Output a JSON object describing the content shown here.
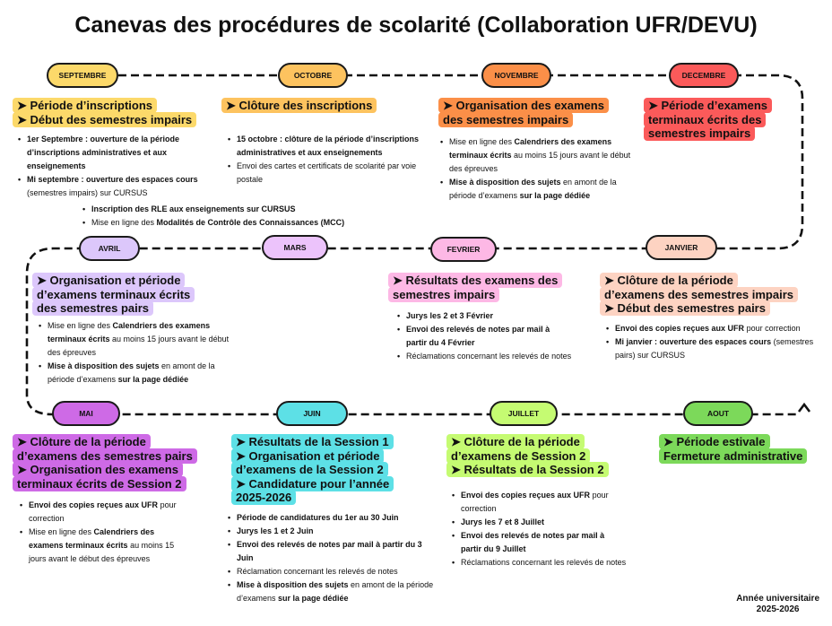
{
  "title": "Canevas des procédures de scolarité (Collaboration UFR/DEVU)",
  "footer": {
    "line1": "Année universitaire",
    "line2": "2025-2026"
  },
  "colors": {
    "septembre": "#fcd96a",
    "octobre": "#fdc35f",
    "novembre": "#fb8f48",
    "decembre": "#fb5a5a",
    "janvier": "#fdd3c2",
    "fevrier": "#fdb8e5",
    "mars": "#ecc3fb",
    "avril": "#dcc7fb",
    "mai": "#ce6ae6",
    "juin": "#5de0e6",
    "juillet": "#c5fb72",
    "aout": "#7cd95a"
  },
  "months": [
    {
      "key": "septembre",
      "label": "SEPTEMBRE",
      "color": "#fcd96a",
      "heading": [
        "➤ Période d’inscriptions",
        "➤ Début des semestres impairs"
      ],
      "bullets": [
        [
          {
            "t": "1er Septembre : ouverture de la période d’inscriptions administratives et aux enseignements",
            "b": true
          }
        ],
        [
          {
            "t": "Mi septembre : ouverture des espaces cours",
            "b": true
          },
          {
            "t": " (semestres impairs) sur CURSUS",
            "b": false
          }
        ]
      ]
    },
    {
      "key": "octobre",
      "label": "OCTOBRE",
      "color": "#fdc35f",
      "heading": [
        "➤ Clôture des inscriptions"
      ],
      "bullets": [
        [
          {
            "t": "15 octobre : clôture de la période d’inscriptions administratives et aux enseignements",
            "b": true
          }
        ],
        [
          {
            "t": "Envoi des cartes et certificats de scolarité par voie postale",
            "b": false
          }
        ]
      ]
    },
    {
      "key": "novembre",
      "label": "NOVEMBRE",
      "color": "#fb8f48",
      "heading": [
        "➤ Organisation des examens",
        "des semestres impairs"
      ],
      "bullets": [
        [
          {
            "t": "Mise en ligne des ",
            "b": false
          },
          {
            "t": "Calendriers des examens terminaux écrits",
            "b": true
          },
          {
            "t": " au moins 15 jours avant le début des épreuves",
            "b": false
          }
        ],
        [
          {
            "t": "Mise à disposition des sujets",
            "b": true
          },
          {
            "t": " en amont de la période d’examens ",
            "b": false
          },
          {
            "t": "sur la page dédiée",
            "b": true
          }
        ]
      ]
    },
    {
      "key": "decembre",
      "label": "DECEMBRE",
      "color": "#fb5a5a",
      "heading": [
        "➤ Période d’examens",
        "terminaux écrits des",
        "semestres impairs"
      ],
      "bullets": []
    },
    {
      "key": "autumn-extra",
      "label": null,
      "color": null,
      "heading": [],
      "bullets": [
        [
          {
            "t": "Inscription des RLE aux enseignements sur CURSUS",
            "b": true
          }
        ],
        [
          {
            "t": "Mise en ligne des ",
            "b": false
          },
          {
            "t": "Modalités de Contrôle des Connaissances (MCC)",
            "b": true
          }
        ]
      ]
    },
    {
      "key": "janvier",
      "label": "JANVIER",
      "color": "#fdd3c2",
      "heading": [
        "➤ Clôture de la période",
        "d’examens des semestres impairs",
        "➤ Début des semestres pairs"
      ],
      "bullets": [
        [
          {
            "t": "Envoi des copies reçues aux UFR",
            "b": true
          },
          {
            "t": " pour correction",
            "b": false
          }
        ],
        [
          {
            "t": "Mi janvier : ouverture des espaces cours",
            "b": true
          },
          {
            "t": " (semestres pairs) sur CURSUS",
            "b": false
          }
        ]
      ]
    },
    {
      "key": "fevrier",
      "label": "FEVRIER",
      "color": "#fdb8e5",
      "heading": [
        "➤ Résultats des examens des",
        "semestres impairs"
      ],
      "bullets": [
        [
          {
            "t": "Jurys les 2 et 3 Février",
            "b": true
          }
        ],
        [
          {
            "t": "Envoi des relevés de notes par mail à partir du 4 Février",
            "b": true
          }
        ],
        [
          {
            "t": "Réclamations concernant les relevés de notes",
            "b": false
          }
        ]
      ]
    },
    {
      "key": "mars",
      "label": "MARS",
      "color": "#ecc3fb",
      "heading": [],
      "bullets": []
    },
    {
      "key": "avril",
      "label": "AVRIL",
      "color": "#dcc7fb",
      "heading": [
        "➤ Organisation et période",
        "d’examens terminaux écrits",
        "des semestres pairs"
      ],
      "bullets": [
        [
          {
            "t": "Mise en ligne des ",
            "b": false
          },
          {
            "t": "Calendriers des examens terminaux écrits",
            "b": true
          },
          {
            "t": " au moins 15 jours avant le début des épreuves",
            "b": false
          }
        ],
        [
          {
            "t": "Mise à disposition des sujets",
            "b": true
          },
          {
            "t": " en amont de la période d’examens ",
            "b": false
          },
          {
            "t": "sur la page dédiée",
            "b": true
          }
        ]
      ]
    },
    {
      "key": "mai",
      "label": "MAI",
      "color": "#ce6ae6",
      "heading": [
        "➤ Clôture de la période",
        "d’examens des semestres pairs",
        "➤ Organisation des examens",
        "terminaux écrits de Session 2"
      ],
      "bullets": [
        [
          {
            "t": "Envoi des copies reçues aux UFR",
            "b": true
          },
          {
            "t": " pour correction",
            "b": false
          }
        ],
        [
          {
            "t": "Mise en ligne des ",
            "b": false
          },
          {
            "t": "Calendriers des examens terminaux écrits",
            "b": true
          },
          {
            "t": " au moins 15 jours avant le début des épreuves",
            "b": false
          }
        ]
      ]
    },
    {
      "key": "juin",
      "label": "JUIN",
      "color": "#5de0e6",
      "heading": [
        "➤ Résultats de la Session 1",
        "➤ Organisation et période",
        "d’examens de la Session 2",
        "➤ Candidature pour l’année",
        "2025-2026"
      ],
      "bullets": [
        [
          {
            "t": "Période de candidatures du 1er au 30 Juin",
            "b": true
          }
        ],
        [
          {
            "t": "Jurys les 1 et 2 Juin",
            "b": true
          }
        ],
        [
          {
            "t": "Envoi des relevés de notes par mail à partir du 3 Juin",
            "b": true
          }
        ],
        [
          {
            "t": "Réclamation concernant les relevés de notes",
            "b": false
          }
        ],
        [
          {
            "t": "Mise à disposition des sujets",
            "b": true
          },
          {
            "t": " en amont de la période d’examens ",
            "b": false
          },
          {
            "t": "sur la page dédiée",
            "b": true
          }
        ]
      ]
    },
    {
      "key": "juillet",
      "label": "JUILLET",
      "color": "#c5fb72",
      "heading": [
        "➤ Clôture de la période",
        "d’examens de Session 2",
        "➤ Résultats de la Session 2"
      ],
      "bullets": [
        [
          {
            "t": "Envoi des copies reçues aux UFR",
            "b": true
          },
          {
            "t": " pour correction",
            "b": false
          }
        ],
        [
          {
            "t": "Jurys les 7 et 8 Juillet",
            "b": true
          }
        ],
        [
          {
            "t": "Envoi des relevés de notes par mail à partir du 9 Juillet",
            "b": true
          }
        ],
        [
          {
            "t": "Réclamations concernant les relevés de notes",
            "b": false
          }
        ]
      ]
    },
    {
      "key": "aout",
      "label": "AOUT",
      "color": "#7cd95a",
      "heading": [
        "➤ Période estivale",
        "Fermeture administrative"
      ],
      "bullets": []
    }
  ]
}
